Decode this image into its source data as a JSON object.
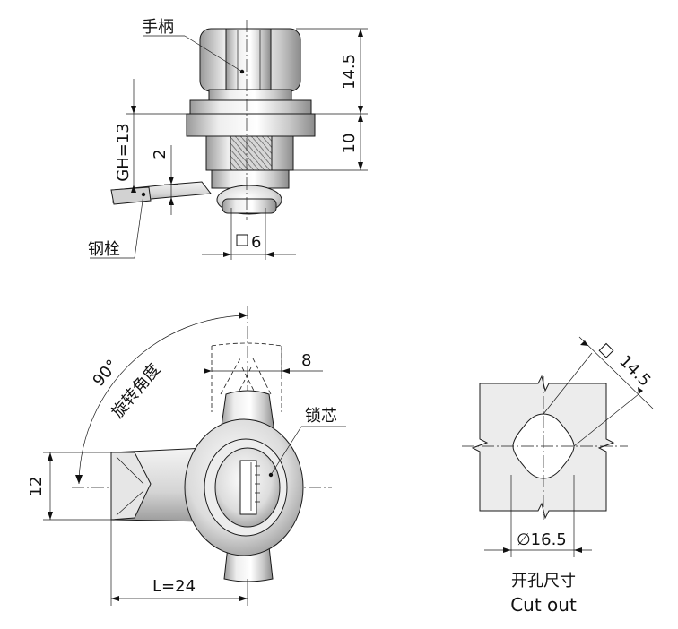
{
  "colors": {
    "line": "#1a1a1a",
    "metal_light": "#f2f2f2",
    "metal_mid": "#c8c8c8",
    "metal_dark": "#8a8a8a",
    "panel": "#ececec"
  },
  "side_view": {
    "handle_label": "手柄",
    "bolt_label": "钢栓",
    "dim_handle_height": "14.5",
    "dim_thread_height": "10",
    "dim_grip": "GH=13",
    "dim_bolt_offset": "2",
    "dim_square": "6"
  },
  "front_view": {
    "angle_value": "90°",
    "angle_label": "旋转角度",
    "core_label": "锁芯",
    "dim_width": "8",
    "dim_height": "12",
    "dim_length": "L=24"
  },
  "cutout": {
    "dim_square": "14.5",
    "dim_diameter": "∅16.5",
    "title_cn": "开孔尺寸",
    "title_en": "Cut out"
  }
}
